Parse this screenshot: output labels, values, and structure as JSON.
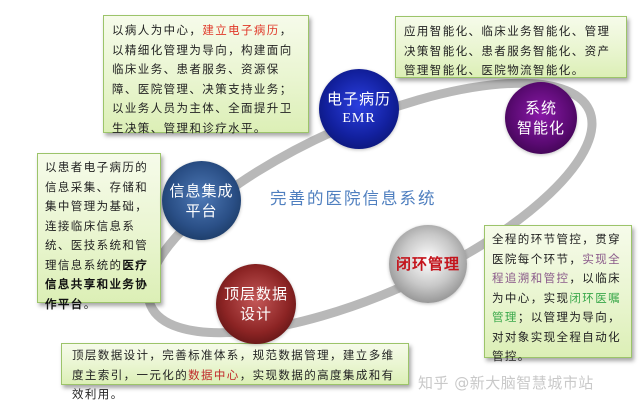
{
  "diagram": {
    "center_title": "完善的医院信息系统",
    "accent_colors": {
      "track": "#b8b8b8",
      "box_background": "#e9f5d0",
      "box_border": "#9cc46a",
      "title_blue": "#4f7fbf"
    },
    "nodes": [
      {
        "id": "emr",
        "line1": "电子病历",
        "line2": "EMR",
        "color": "#12209e"
      },
      {
        "id": "smart",
        "line1": "系统",
        "line2": "智能化",
        "color": "#5a0a72"
      },
      {
        "id": "integration",
        "line1": "信息集成",
        "line2": "平台",
        "color": "#2a4f86"
      },
      {
        "id": "closedloop",
        "line1": "闭环管理",
        "color": "#c8c8c8"
      },
      {
        "id": "toplevel",
        "line1": "顶层数据",
        "line2": "设计",
        "color": "#8c2424"
      }
    ],
    "boxes": {
      "emr": {
        "p1": "以病人为中心，",
        "hl1": "建立电子病历",
        "p2": "，以精细化管理为导向，构建面向临床业务、患者服务、资源保障、医院管理、决策支持业务；以业务人员为主体、全面提升卫生决策、管理和诊疗水平。"
      },
      "smart": {
        "text": "应用智能化、临床业务智能化、管理决策智能化、患者服务智能化、资产管理智能化、医院物流智能化。"
      },
      "integration": {
        "p1": "以患者电子病历的信息采集、存储和集中管理为基础，连接临床信息系统、医技系统和管理信息系统的",
        "bold": "医疗信息共享和业务协作平台",
        "p2": "。"
      },
      "closedloop": {
        "p1": "全程的环节管控，贯穿医院每个环节，",
        "hl1": "实现全程追溯和管控",
        "p2": "，以临床为中心，实现",
        "hl2": "闭环医嘱管理",
        "p3": "；以管理为导向，对对象实现全程自动化管控。"
      },
      "toplevel": {
        "p1": "顶层数据设计，完善标准体系，规范数据管理，建立多维度主索引，一元化的",
        "hl1": "数据中心",
        "p2": "，实现数据的高度集成和有效利用。"
      }
    }
  },
  "watermark": "知乎 @新大脑智慧城市站"
}
